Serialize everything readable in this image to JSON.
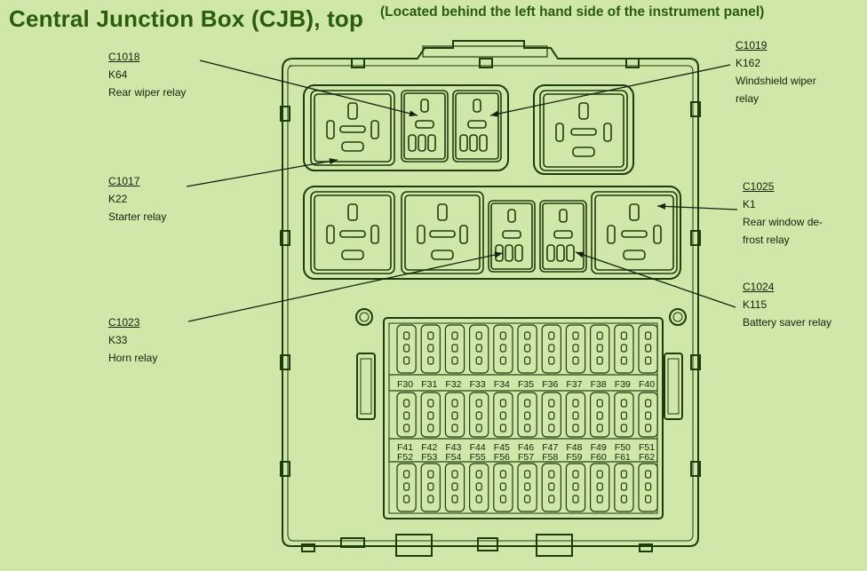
{
  "header": {
    "title": "Central Junction Box (CJB), top",
    "subtitle": "(Located behind the left hand side of the instrument panel)"
  },
  "callouts": {
    "c1018": {
      "connector": "C1018",
      "relay_id": "K64",
      "description": "Rear wiper relay"
    },
    "c1017": {
      "connector": "C1017",
      "relay_id": "K22",
      "description": "Starter relay"
    },
    "c1023": {
      "connector": "C1023",
      "relay_id": "K33",
      "description": "Horn relay"
    },
    "c1019": {
      "connector": "C1019",
      "relay_id": "K162",
      "description_line1": "Windshield wiper",
      "description_line2": "relay"
    },
    "c1025": {
      "connector": "C1025",
      "relay_id": "K1",
      "description_line1": "Rear window de-",
      "description_line2": "frost relay"
    },
    "c1024": {
      "connector": "C1024",
      "relay_id": "K115",
      "description": "Battery saver relay"
    }
  },
  "fuses": {
    "row_top": [
      "F30",
      "F31",
      "F32",
      "F33",
      "F34",
      "F35",
      "F36",
      "F37",
      "F38",
      "F39",
      "F40"
    ],
    "row_mid_a": [
      "F41",
      "F42",
      "F43",
      "F44",
      "F45",
      "F46",
      "F47",
      "F48",
      "F49",
      "F50",
      "F51"
    ],
    "row_mid_b": [
      "F52",
      "F53",
      "F54",
      "F55",
      "F56",
      "F57",
      "F58",
      "F59",
      "F60",
      "F61",
      "F62"
    ]
  },
  "colors": {
    "background": "#cfe8a9",
    "line": "#1e3d0c",
    "title": "#2a5c0e"
  }
}
